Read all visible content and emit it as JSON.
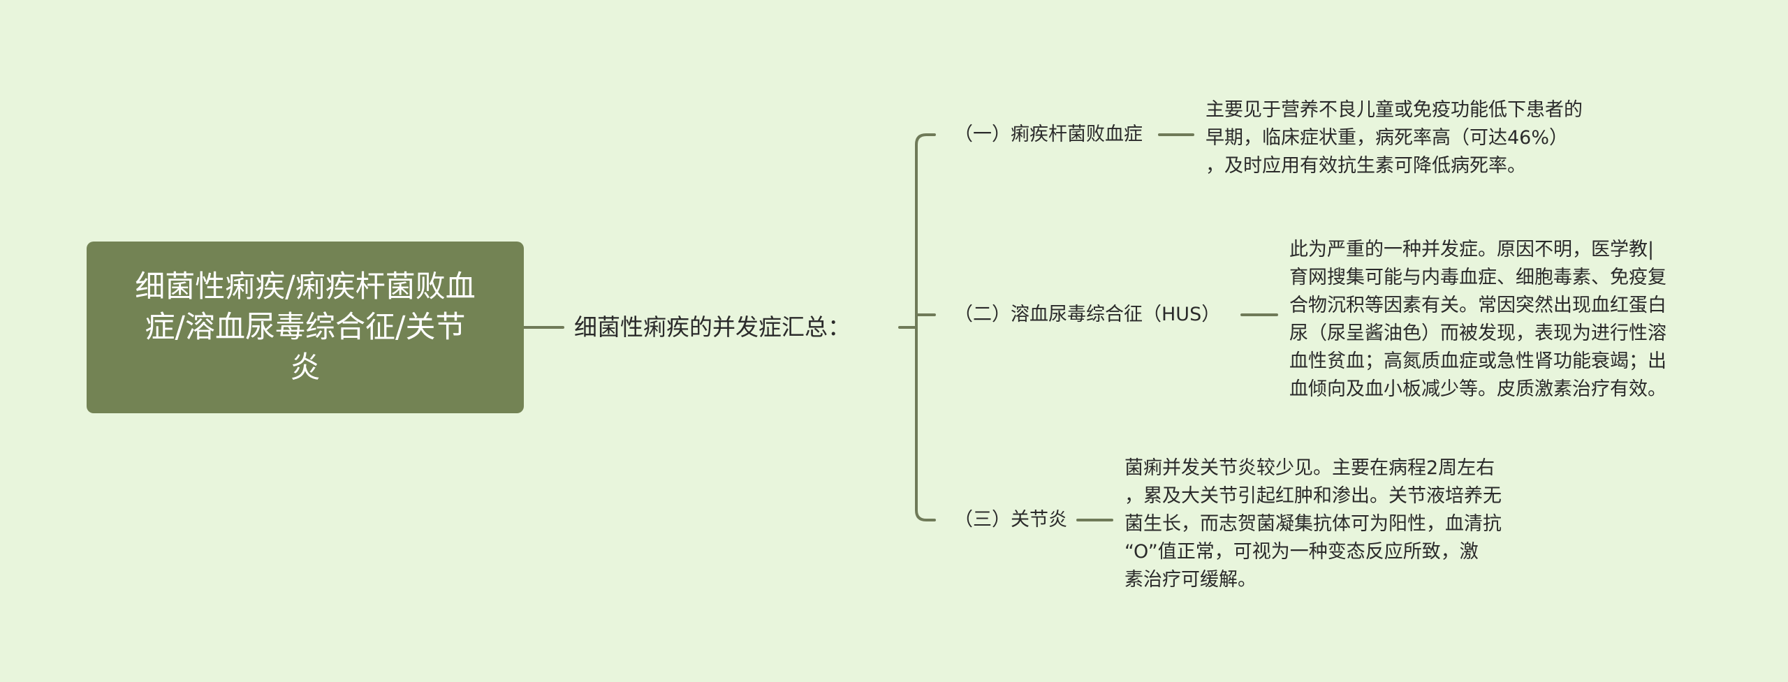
{
  "colors": {
    "background": "#e8f5dc",
    "root_fill": "#738354",
    "connector": "#6f7a58",
    "text": "#2a2a2a"
  },
  "root": {
    "lines": [
      "细菌性痢疾/痢疾杆菌败血",
      "症/溶血尿毒综合征/关节",
      "炎"
    ]
  },
  "mid": {
    "label": "细菌性痢疾的并发症汇总："
  },
  "branches": [
    {
      "label": "（一）痢疾杆菌败血症",
      "detail": [
        "主要见于营养不良儿童或免疫功能低下患者的",
        "早期，临床症状重，病死率高（可达46%）",
        "，及时应用有效抗生素可降低病死率。"
      ]
    },
    {
      "label": "（二）溶血尿毒综合征（HUS）",
      "detail": [
        "此为严重的一种并发症。原因不明，医学教|",
        "育网搜集可能与内毒血症、细胞毒素、免疫复",
        "合物沉积等因素有关。常因突然出现血红蛋白",
        "尿（尿呈酱油色）而被发现，表现为进行性溶",
        "血性贫血；高氮质血症或急性肾功能衰竭；出",
        "血倾向及血小板减少等。皮质激素治疗有效。"
      ]
    },
    {
      "label": "（三）关节炎",
      "detail": [
        "菌痢并发关节炎较少见。主要在病程2周左右",
        "，累及大关节引起红肿和渗出。关节液培养无",
        "菌生长，而志贺菌凝集抗体可为阳性，血清抗",
        "“O”值正常，可视为一种变态反应所致，激",
        "素治疗可缓解。"
      ]
    }
  ]
}
